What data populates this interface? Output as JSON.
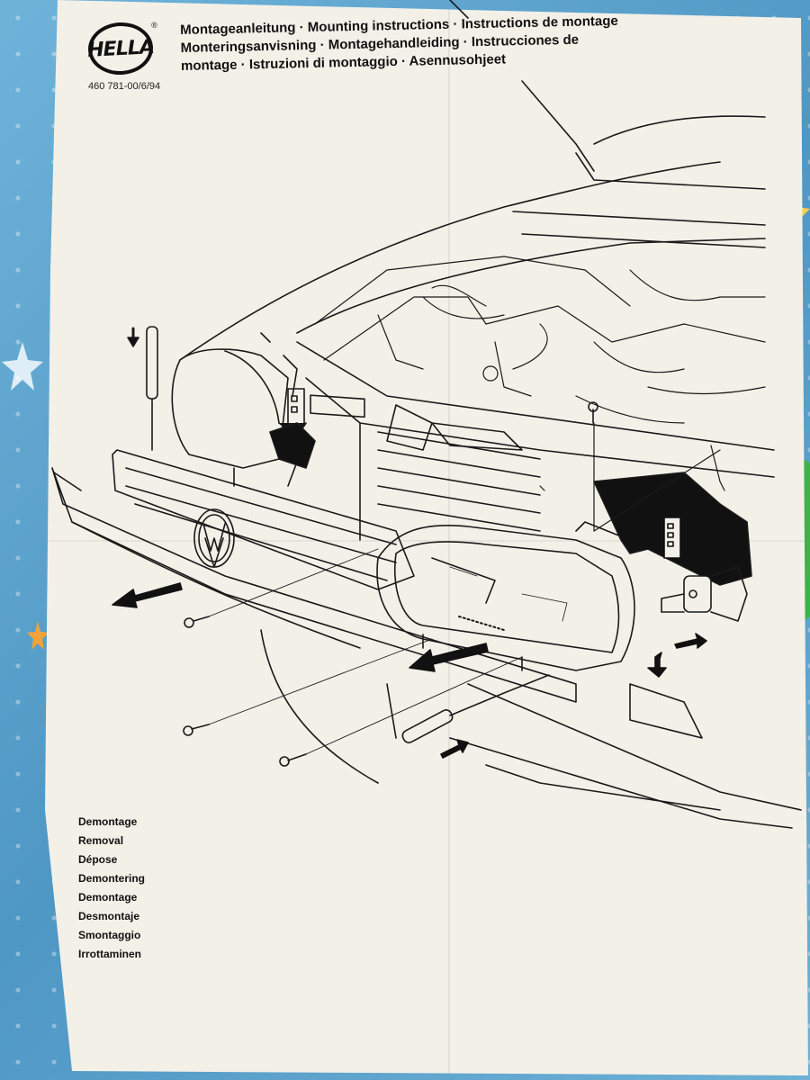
{
  "header": {
    "brand": "HELLA",
    "registered_mark": "®",
    "doc_number": "460 781-00/6/94",
    "title_lines": [
      "Montageanleitung · Mounting instructions · Instructions de montage",
      "Monteringsanvisning · Montagehandleiding · Instrucciones de",
      "montage · Istruzioni di montaggio · Asennusohjeet"
    ]
  },
  "removal_labels": [
    "Demontage",
    "Removal",
    "Dépose",
    "Demontering",
    "Demontage",
    "Desmontaje",
    "Smontaggio",
    "Irrottaminen"
  ],
  "colors": {
    "paper": "#f3f0e8",
    "ink": "#111111",
    "background_mat": "#5fa6cf"
  },
  "icons": [
    "screwdriver-icon",
    "arrow-icon",
    "screw-icon",
    "headlight-icon",
    "vw-emblem-icon",
    "connector-icon",
    "bulb-icon"
  ]
}
